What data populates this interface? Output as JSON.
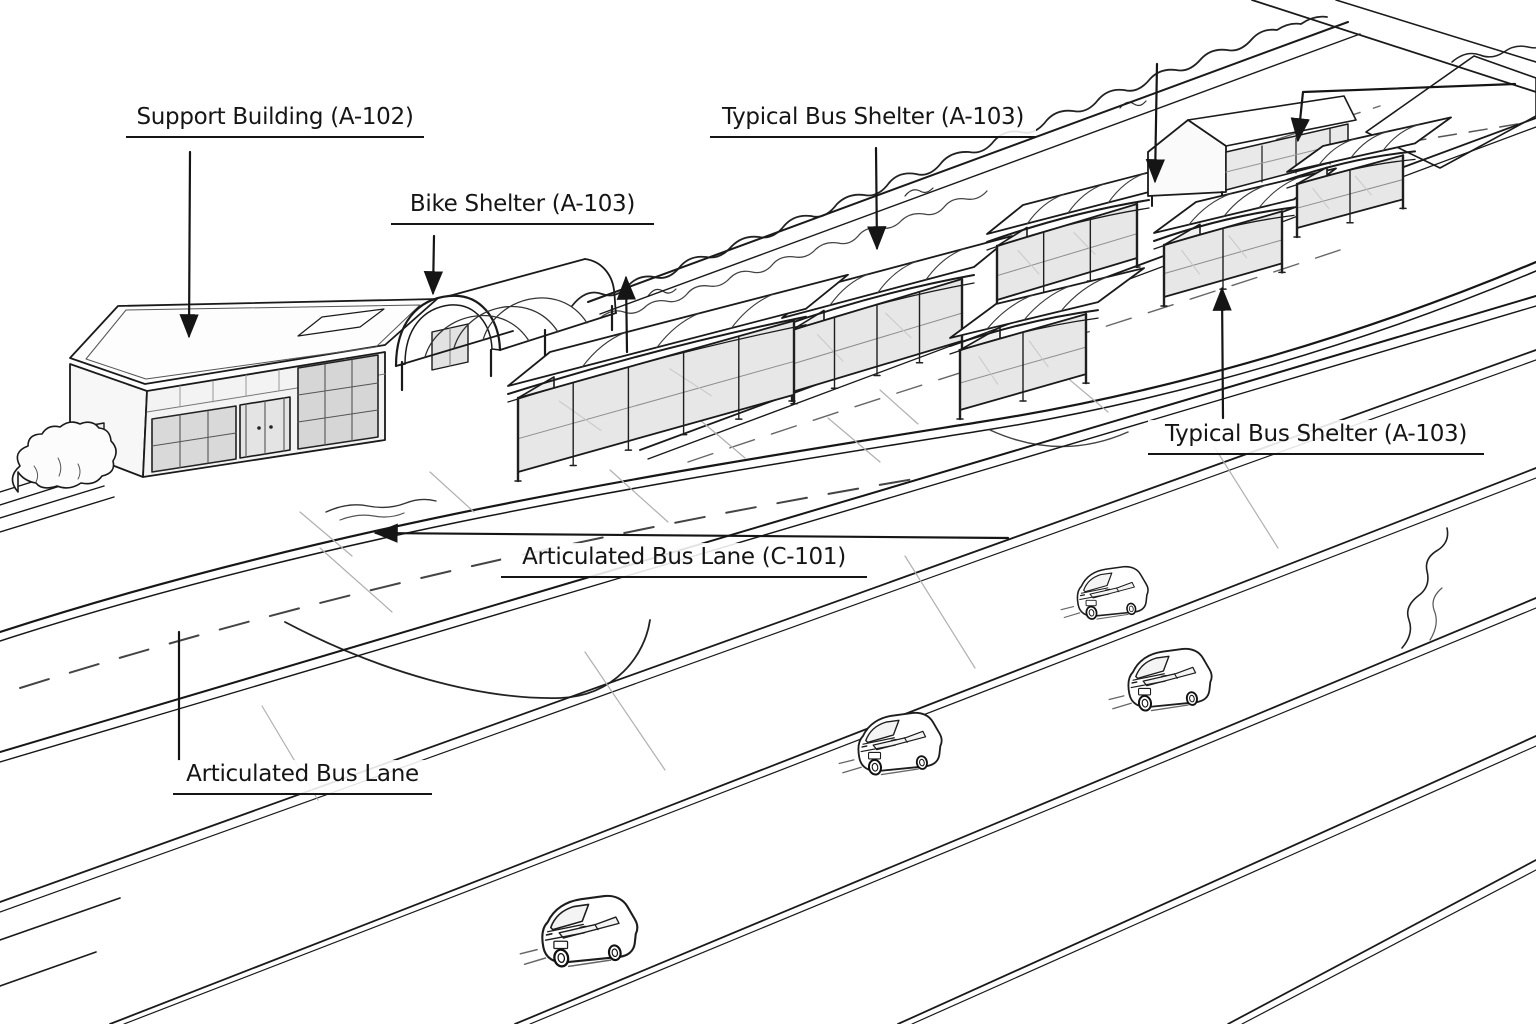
{
  "figure": {
    "type": "hand-drawn perspective line sketch",
    "subject": "Articulated bus (BRT) station corridor with shelters, support building and traffic lanes"
  },
  "palette": {
    "background": "#ffffff",
    "ink": "#1a1a1a",
    "glass": "#e7e7e7",
    "glass_dark": "#d8d8d8",
    "seam": "#b0b0b0"
  },
  "labels": {
    "support_building": "Support Building (A-102)",
    "bike_shelter": "Bike Shelter (A-103)",
    "typical_bus_shelter_top": "Typical Bus Shelter (A-103)",
    "typical_bus_shelter_right": "Typical Bus Shelter (A-103)",
    "articulated_bus_lane_c101": "Articulated Bus Lane (C-101)",
    "articulated_bus_lane": "Articulated Bus Lane"
  },
  "scene": {
    "support_buildings": 1,
    "bike_shelters": 1,
    "bus_shelters": 6,
    "cars": 4,
    "bus_lanes": 2
  }
}
